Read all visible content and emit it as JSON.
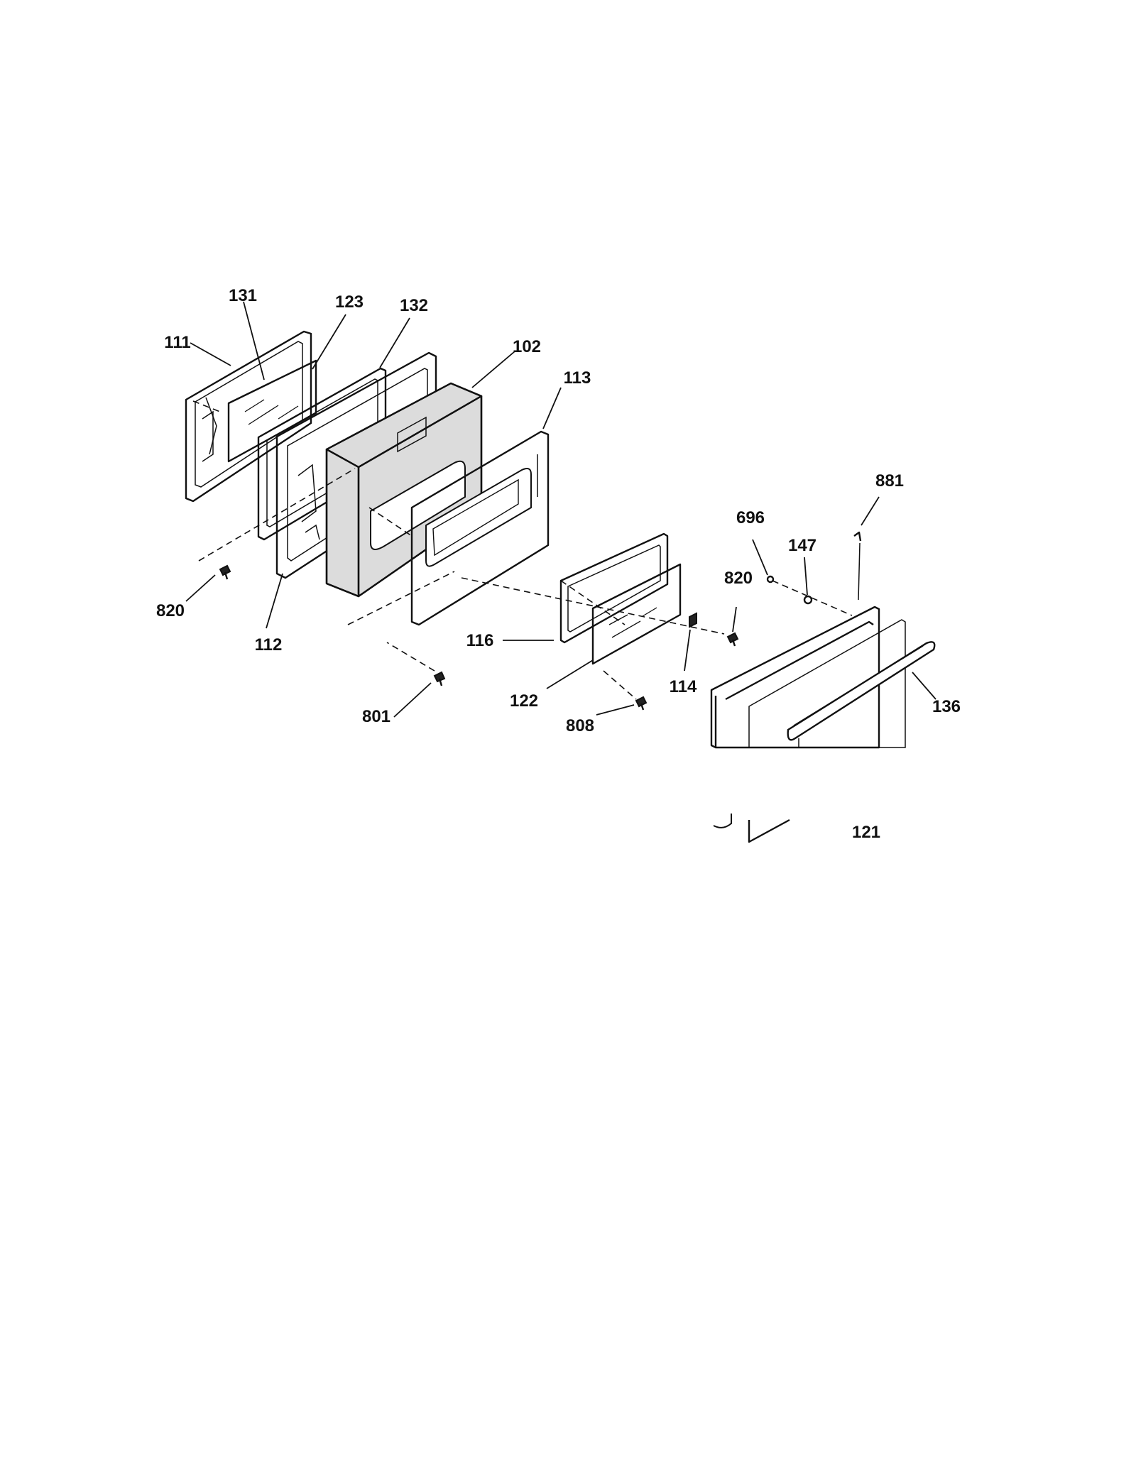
{
  "diagram": {
    "part_labels": {
      "p131": "131",
      "p123": "123",
      "p132": "132",
      "p111": "111",
      "p102": "102",
      "p113": "113",
      "p820a": "820",
      "p112": "112",
      "p116": "116",
      "p801": "801",
      "p122": "122",
      "p808": "808",
      "p114": "114",
      "p820b": "820",
      "p696": "696",
      "p147": "147",
      "p881": "881",
      "p136": "136",
      "p121": "121"
    }
  }
}
